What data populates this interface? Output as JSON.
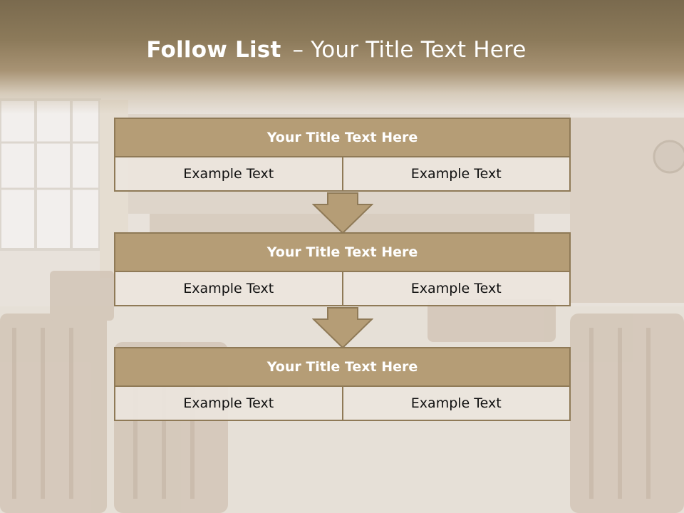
{
  "slide": {
    "title_bold": "Follow List",
    "title_dash": "–",
    "title_rest": "Your Title Text Here"
  },
  "blocks": [
    {
      "title": "Your Title Text Here",
      "cells": [
        "Example Text",
        "Example Text"
      ]
    },
    {
      "title": "Your Title Text Here",
      "cells": [
        "Example Text",
        "Example Text"
      ]
    },
    {
      "title": "Your Title Text Here",
      "cells": [
        "Example Text",
        "Example Text"
      ]
    }
  ],
  "colors": {
    "header_fill": "#b59d76",
    "header_border": "#8f7a57",
    "cell_fill": "#ece5dd",
    "title_band": "#8c7a5a"
  }
}
